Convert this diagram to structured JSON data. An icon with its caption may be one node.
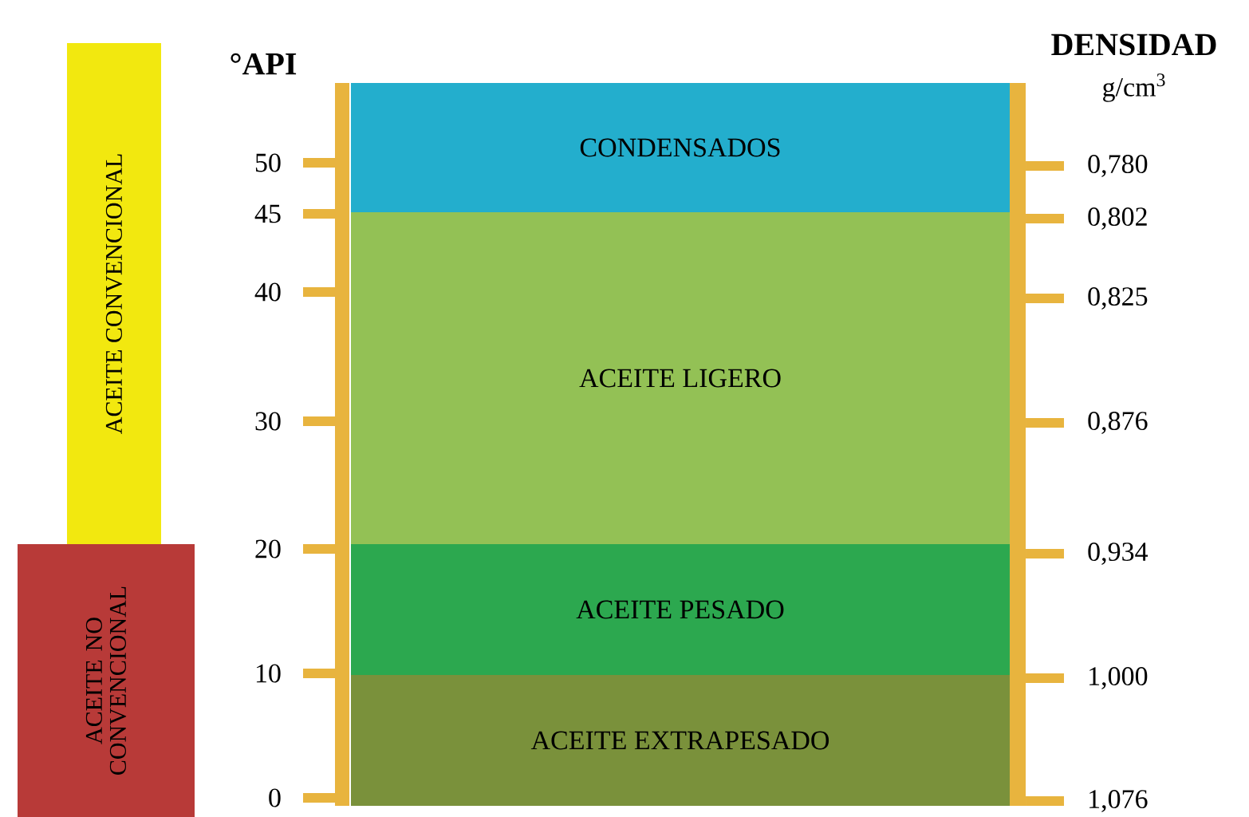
{
  "diagram": {
    "nodes": [
      {
        "text": [
          "ACEITE CONVENCIONAL"
        ]
      },
      {
        "text": [
          "ACEITE NO CONVENCIONAL"
        ]
      },
      {
        "text": [
          "CONDENSADOS"
        ]
      },
      {
        "text": [
          "ACEITE LIGERO"
        ]
      },
      {
        "text": [
          "ACEITE PESADO"
        ]
      },
      {
        "text": [
          "ACEITE EXTRAPESADO"
        ]
      }
    ],
    "labels": [
      "°API",
      "DENSIDAD",
      "g/cm$^{3}$",
      "50",
      "0,780",
      "45",
      "0,802",
      "40",
      "0,825",
      "30",
      "0,876",
      "20",
      "0,934",
      "10",
      "1,000",
      "0",
      "1,076"
    ]
  }
}
